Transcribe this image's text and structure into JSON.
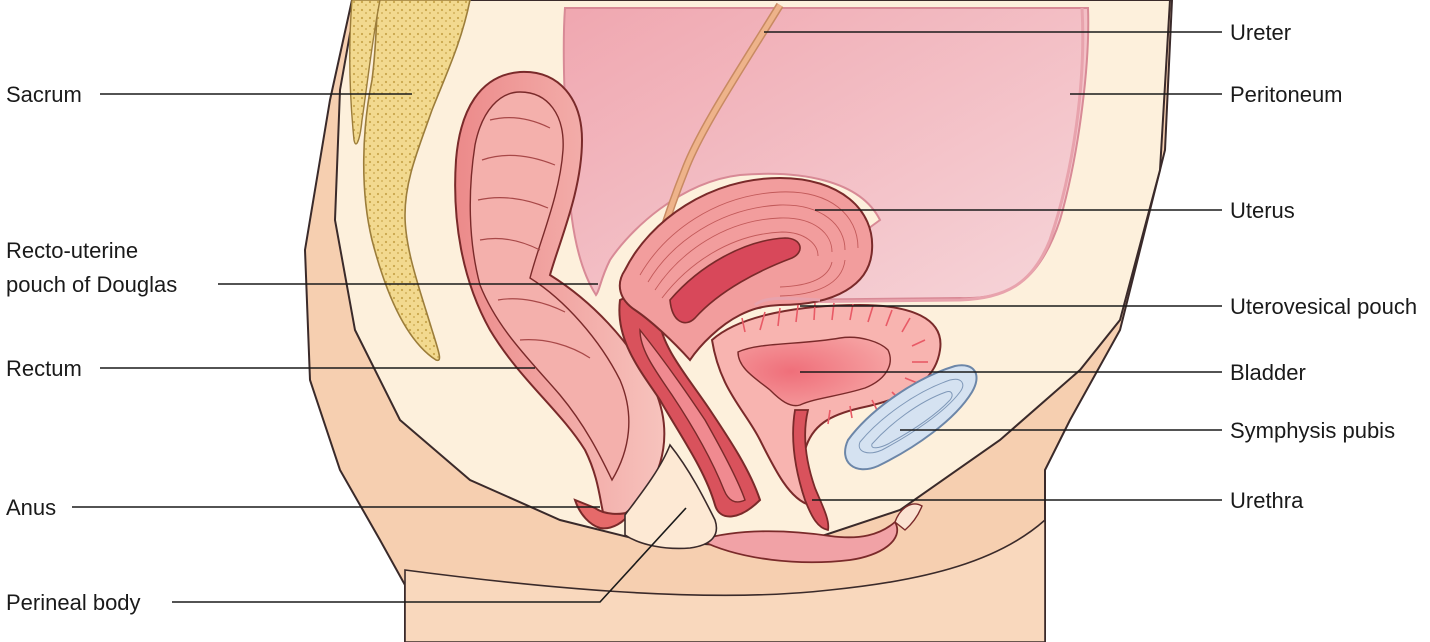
{
  "labels": {
    "sacrum": "Sacrum",
    "recto_uterine_line1": "Recto-uterine",
    "recto_uterine_line2": "pouch of Douglas",
    "rectum": "Rectum",
    "anus": "Anus",
    "perineal_body": "Perineal body",
    "ureter": "Ureter",
    "peritoneum": "Peritoneum",
    "uterus": "Uterus",
    "uterovesical_pouch": "Uterovesical pouch",
    "bladder": "Bladder",
    "symphysis_pubis": "Symphysis pubis",
    "urethra": "Urethra"
  },
  "colors": {
    "background": "#ffffff",
    "skin": "#f6cfb0",
    "skin_light": "#fde9d4",
    "pelvic_cavity": "#fdf0dc",
    "bone": "#f2d98f",
    "bone_dots": "#c9a64c",
    "peritoneal_space": "#f0a7b0",
    "peritoneum_line": "#e8a3ad",
    "rectum": "#ec8a8a",
    "rectum_light": "#f7c3bd",
    "uterus": "#f29d9d",
    "uterine_cavity": "#d8485a",
    "bladder": "#f6a4a4",
    "bladder_lumen": "#ef6f7a",
    "vagina": "#e0606a",
    "ureter": "#eeb38a",
    "pubis": "#d5e2f1",
    "pubis_line": "#7f98b8"
  }
}
